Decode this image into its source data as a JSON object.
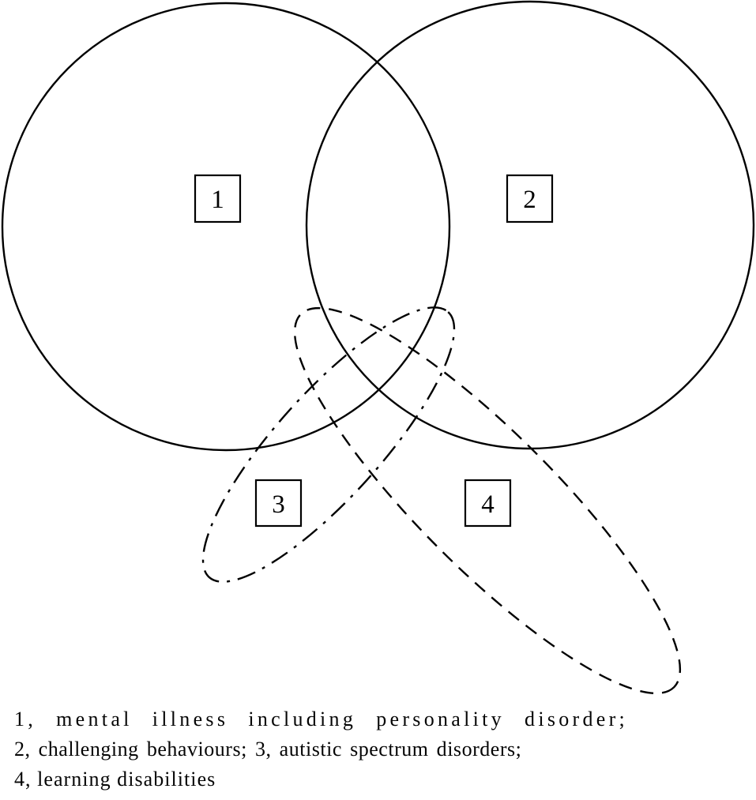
{
  "diagram": {
    "stroke_color": "#000000",
    "background_color": "#ffffff",
    "region_labels": [
      {
        "number": "1"
      },
      {
        "number": "2"
      },
      {
        "number": "3"
      },
      {
        "number": "4"
      }
    ]
  },
  "legend": {
    "entries": [
      {
        "number": "1",
        "label": "mental illness including personality disorder"
      },
      {
        "number": "2",
        "label": "challenging behaviours"
      },
      {
        "number": "3",
        "label": "autistic spectrum disorders"
      },
      {
        "number": "4",
        "label": "learning disabilities"
      }
    ],
    "lines": [
      {
        "text": "1, mental illness including personality disorder;"
      },
      {
        "text": "2, challenging behaviours; 3, autistic spectrum disorders;"
      },
      {
        "text": "4, learning disabilities"
      }
    ]
  }
}
